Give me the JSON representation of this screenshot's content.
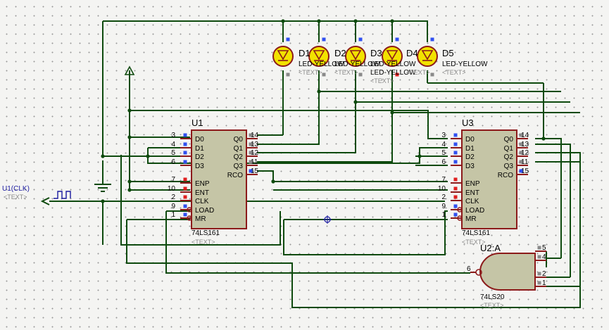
{
  "chips": [
    {
      "ref": "U1",
      "type": "74LS161",
      "text": "<TEXT>",
      "left_pins": [
        {
          "num": "3",
          "name": "D0"
        },
        {
          "num": "4",
          "name": "D1"
        },
        {
          "num": "5",
          "name": "D2"
        },
        {
          "num": "6",
          "name": "D3"
        },
        {
          "num": "7",
          "name": "ENP"
        },
        {
          "num": "10",
          "name": "ENT"
        },
        {
          "num": "2",
          "name": "CLK"
        },
        {
          "num": "9",
          "name": "LOAD"
        },
        {
          "num": "1",
          "name": "MR"
        }
      ],
      "right_pins": [
        {
          "num": "14",
          "name": "Q0"
        },
        {
          "num": "13",
          "name": "Q1"
        },
        {
          "num": "12",
          "name": "Q2"
        },
        {
          "num": "11",
          "name": "Q3"
        },
        {
          "num": "15",
          "name": "RCO"
        }
      ]
    },
    {
      "ref": "U3",
      "type": "74LS161",
      "text": "<TEXT>",
      "left_pins": [
        {
          "num": "3",
          "name": "D0"
        },
        {
          "num": "4",
          "name": "D1"
        },
        {
          "num": "5",
          "name": "D2"
        },
        {
          "num": "6",
          "name": "D3"
        },
        {
          "num": "7",
          "name": "ENP"
        },
        {
          "num": "10",
          "name": "ENT"
        },
        {
          "num": "2",
          "name": "CLK"
        },
        {
          "num": "9",
          "name": "LOAD"
        },
        {
          "num": "1",
          "name": "MR"
        }
      ],
      "right_pins": [
        {
          "num": "14",
          "name": "Q0"
        },
        {
          "num": "13",
          "name": "Q1"
        },
        {
          "num": "12",
          "name": "Q2"
        },
        {
          "num": "11",
          "name": "Q3"
        },
        {
          "num": "15",
          "name": "RCO"
        }
      ]
    }
  ],
  "gate": {
    "ref": "U2:A",
    "type": "74LS20",
    "text": "<TEXT>",
    "out_pin": "6",
    "in_pins": [
      "5",
      "4",
      "2",
      "1"
    ]
  },
  "leds": [
    {
      "ref": "D1",
      "label": "LED-YELLOW",
      "text": "<TEXT>"
    },
    {
      "ref": "D2",
      "label": "LED-YELLOW",
      "text": "<TEXT>"
    },
    {
      "ref": "D3",
      "label": "LED-YELLOW",
      "text": "<TEXT>"
    },
    {
      "ref": "D4",
      "label": "LED-YELLOW",
      "text": "<TEXT>"
    },
    {
      "ref": "D5",
      "label": "LED-YELLOW",
      "text": "<TEXT>"
    }
  ],
  "clock": {
    "label": "U1(CLK)",
    "text": "<TEXT>"
  },
  "colors": {
    "wire": "#0e4a0e",
    "body": "#c5c5a6",
    "outline": "#8c1a1a",
    "led": "#f2e200",
    "pin_blue": "#3050f0",
    "pin_red": "#e02020",
    "pin_gray": "#8a8a8a"
  }
}
